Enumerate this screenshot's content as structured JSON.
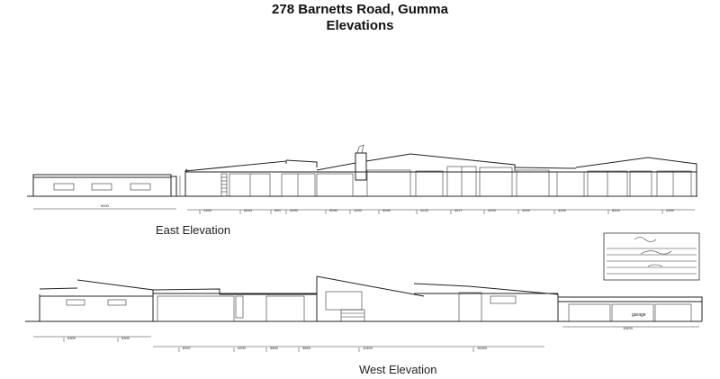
{
  "title": {
    "line1": "278 Barnetts Road, Gumma",
    "line2": "Elevations"
  },
  "east": {
    "caption": "East Elevation",
    "dims": [
      "2353",
      "6544",
      "500",
      "4000",
      "5090",
      "1200",
      "5090",
      "4220",
      "3577",
      "4200",
      "4200",
      "4200",
      "8200",
      "4300"
    ],
    "left_dim": "9000"
  },
  "west": {
    "caption": "West Elevation",
    "dims_left": [
      "6300",
      "6300"
    ],
    "dims_main": [
      "8347",
      "4200",
      "3800",
      "3853",
      "11300",
      "16400"
    ],
    "garage_dim": "11600",
    "garage_label": "garage"
  }
}
